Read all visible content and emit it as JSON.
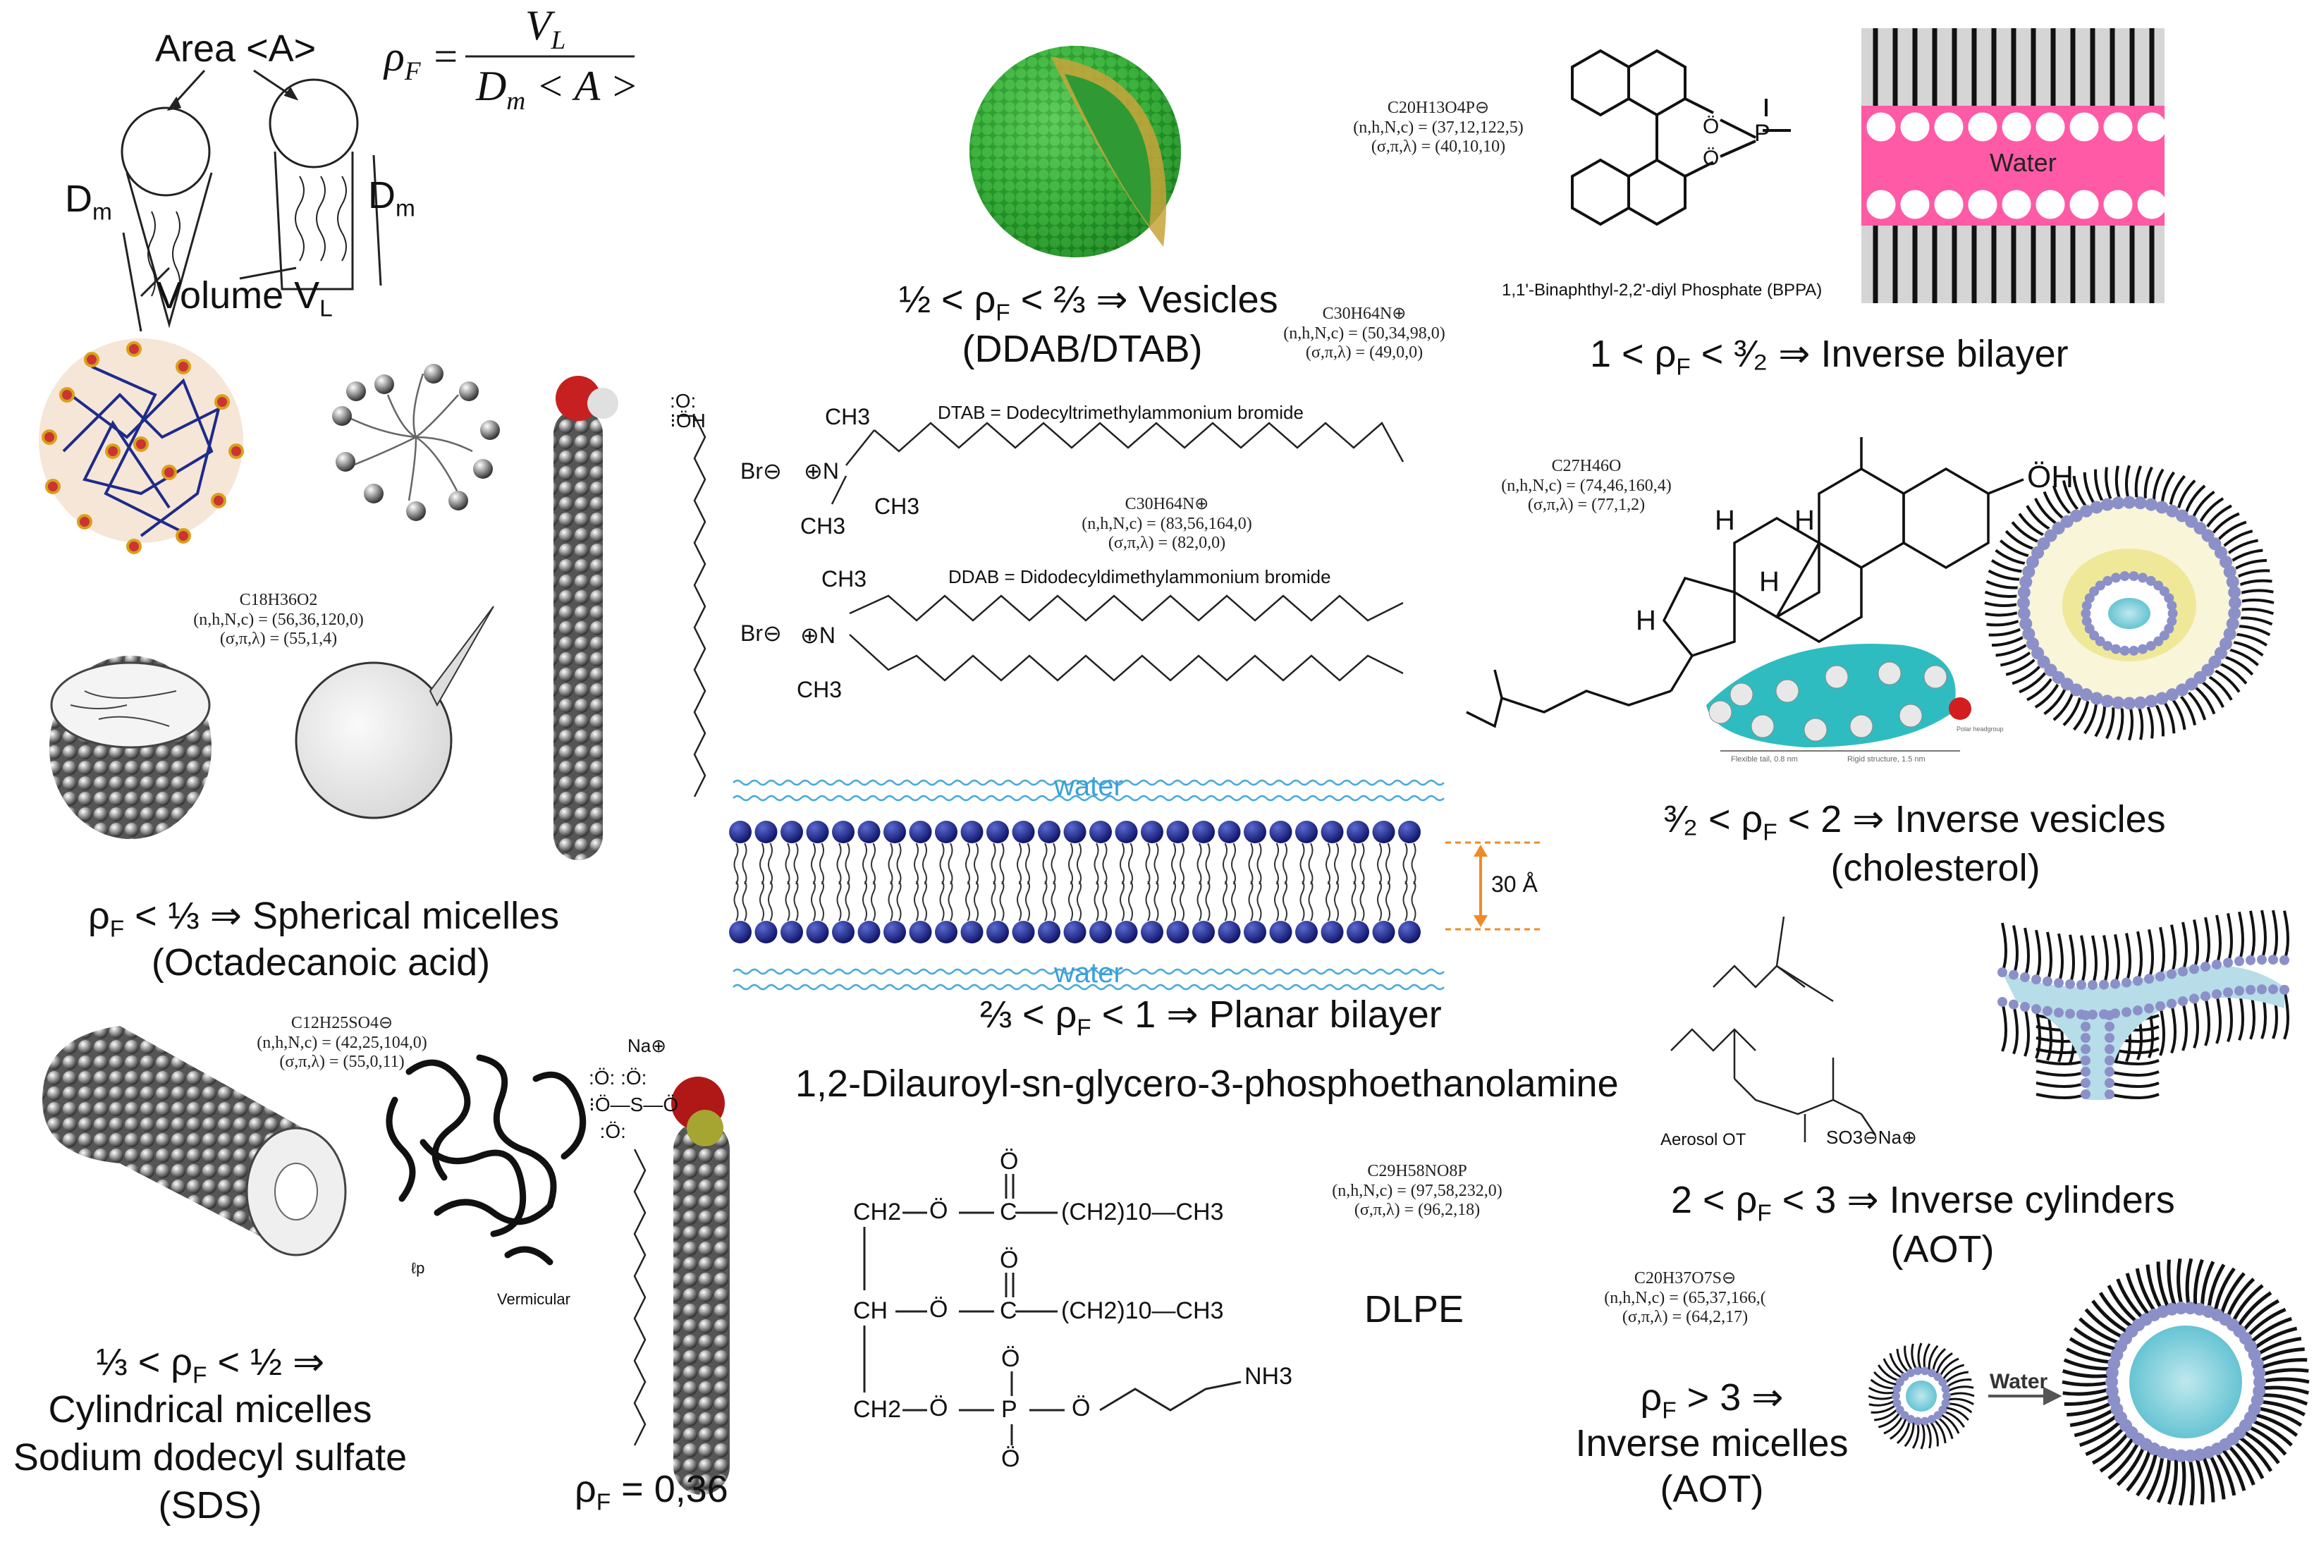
{
  "packing": {
    "area_label": "Area <A>",
    "volume_label": "Volume V",
    "volume_sub": "L",
    "dm_label": "D",
    "dm_sub": "m",
    "rho": "ρ",
    "rho_sub": "F",
    "eq_num": "V",
    "eq_num_sub": "L",
    "eq_den": "D",
    "eq_den_sub": "m",
    "eq_den_tail": " < A >"
  },
  "spherical": {
    "formula": [
      "C18H36O2",
      "(n,h,N,c) = (56,36,120,0)",
      "(σ,π,λ) = (55,1,4)"
    ],
    "headline": " < ⅓ ⇒ Spherical micelles",
    "subline": "(Octadecanoic acid)"
  },
  "vesicles": {
    "headline_pre": "½ < ",
    "headline_post": " < ⅔ ⇒ Vesicles",
    "subline": "(DDAB/DTAB)",
    "formula": [
      "C30H64N⊕",
      "(n,h,N,c) = (50,34,98,0)",
      "(σ,π,λ) = (49,0,0)"
    ]
  },
  "dtab": {
    "name": "DTAB = Dodecyltrimethylammonium bromide",
    "br": "Br⊖",
    "n": "⊕N",
    "ch3": "CH3"
  },
  "ddab": {
    "name": "DDAB = Didodecyldimethylammonium bromide",
    "formula": [
      "C30H64N⊕",
      "(n,h,N,c) = (83,56,164,0)",
      "(σ,π,λ) = (82,0,0)"
    ]
  },
  "bppa": {
    "formula": [
      "C20H13O4P⊖",
      "(n,h,N,c) = (37,12,122,5)",
      "(σ,π,λ) = (40,10,10)"
    ],
    "name": "1,1'-Binaphthyl-2,2'-diyl Phosphate (BPPA)"
  },
  "inverse_bilayer": {
    "water": "Water",
    "headline_pre": "1 < ",
    "headline_post": " < ³⁄₂ ⇒ Inverse bilayer"
  },
  "cholesterol": {
    "formula": [
      "C27H46O",
      "(n,h,N,c) = (74,46,160,4)",
      "(σ,π,λ) = (77,1,2)"
    ],
    "oh": "ÖH",
    "h": "H",
    "model_caption_left": "Flexible tail, 0.8 nm",
    "model_caption_right": "Rigid structure, 1.5 nm",
    "model_polar": "Polar headgroup",
    "headline_pre": "³⁄₂ < ",
    "headline_post": " < 2 ⇒ Inverse vesicles",
    "subline": "(cholesterol)"
  },
  "planar": {
    "water": "water",
    "thickness": "30 Å",
    "headline_pre": "⅔ < ",
    "headline_post": " < 1 ⇒ Planar bilayer",
    "lipid_name": "1,2-Dilauroyl-sn-glycero-3-phosphoethanolamine",
    "formula": [
      "C29H58NO8P",
      "(n,h,N,c) = (97,58,232,0)",
      "(σ,π,λ) = (96,2,18)"
    ],
    "short": "DLPE",
    "row1": [
      "CH2—Ö—C—(CH2)10—CH3"
    ],
    "ch2": "CH2",
    "ch": "CH",
    "o": "Ö",
    "c": "C",
    "chain": "(CH2)10—CH3",
    "p": "P",
    "nh3": "NH3"
  },
  "cylindrical": {
    "formula": [
      "C12H25SO4⊖",
      "(n,h,N,c) = (42,25,104,0)",
      "(σ,π,λ) = (55,0,11)"
    ],
    "vermicular": "Vermicular",
    "lp": "ℓp",
    "line1_pre": "⅓ < ",
    "line1_post": " < ½ ⇒",
    "line2": "Cylindrical micelles",
    "line3": "Sodium dodecyl sulfate",
    "line4": "(SDS)",
    "na": "Na⊕",
    "rho_value": " = 0,36"
  },
  "aot": {
    "label": "Aerosol OT",
    "so3": "SO3⊖Na⊕",
    "headline_pre": "2 < ",
    "headline_post": " < 3 ⇒ Inverse cylinders",
    "subline": "(AOT)",
    "formula": [
      "C20H37O7S⊖",
      "(n,h,N,c) = (65,37,166,(",
      "(σ,π,λ) = (64,2,17)"
    ],
    "im_pre": "",
    "im_post": " > 3 ⇒",
    "im_line2": "Inverse micelles",
    "im_line3": "(AOT)",
    "water": "Water"
  }
}
